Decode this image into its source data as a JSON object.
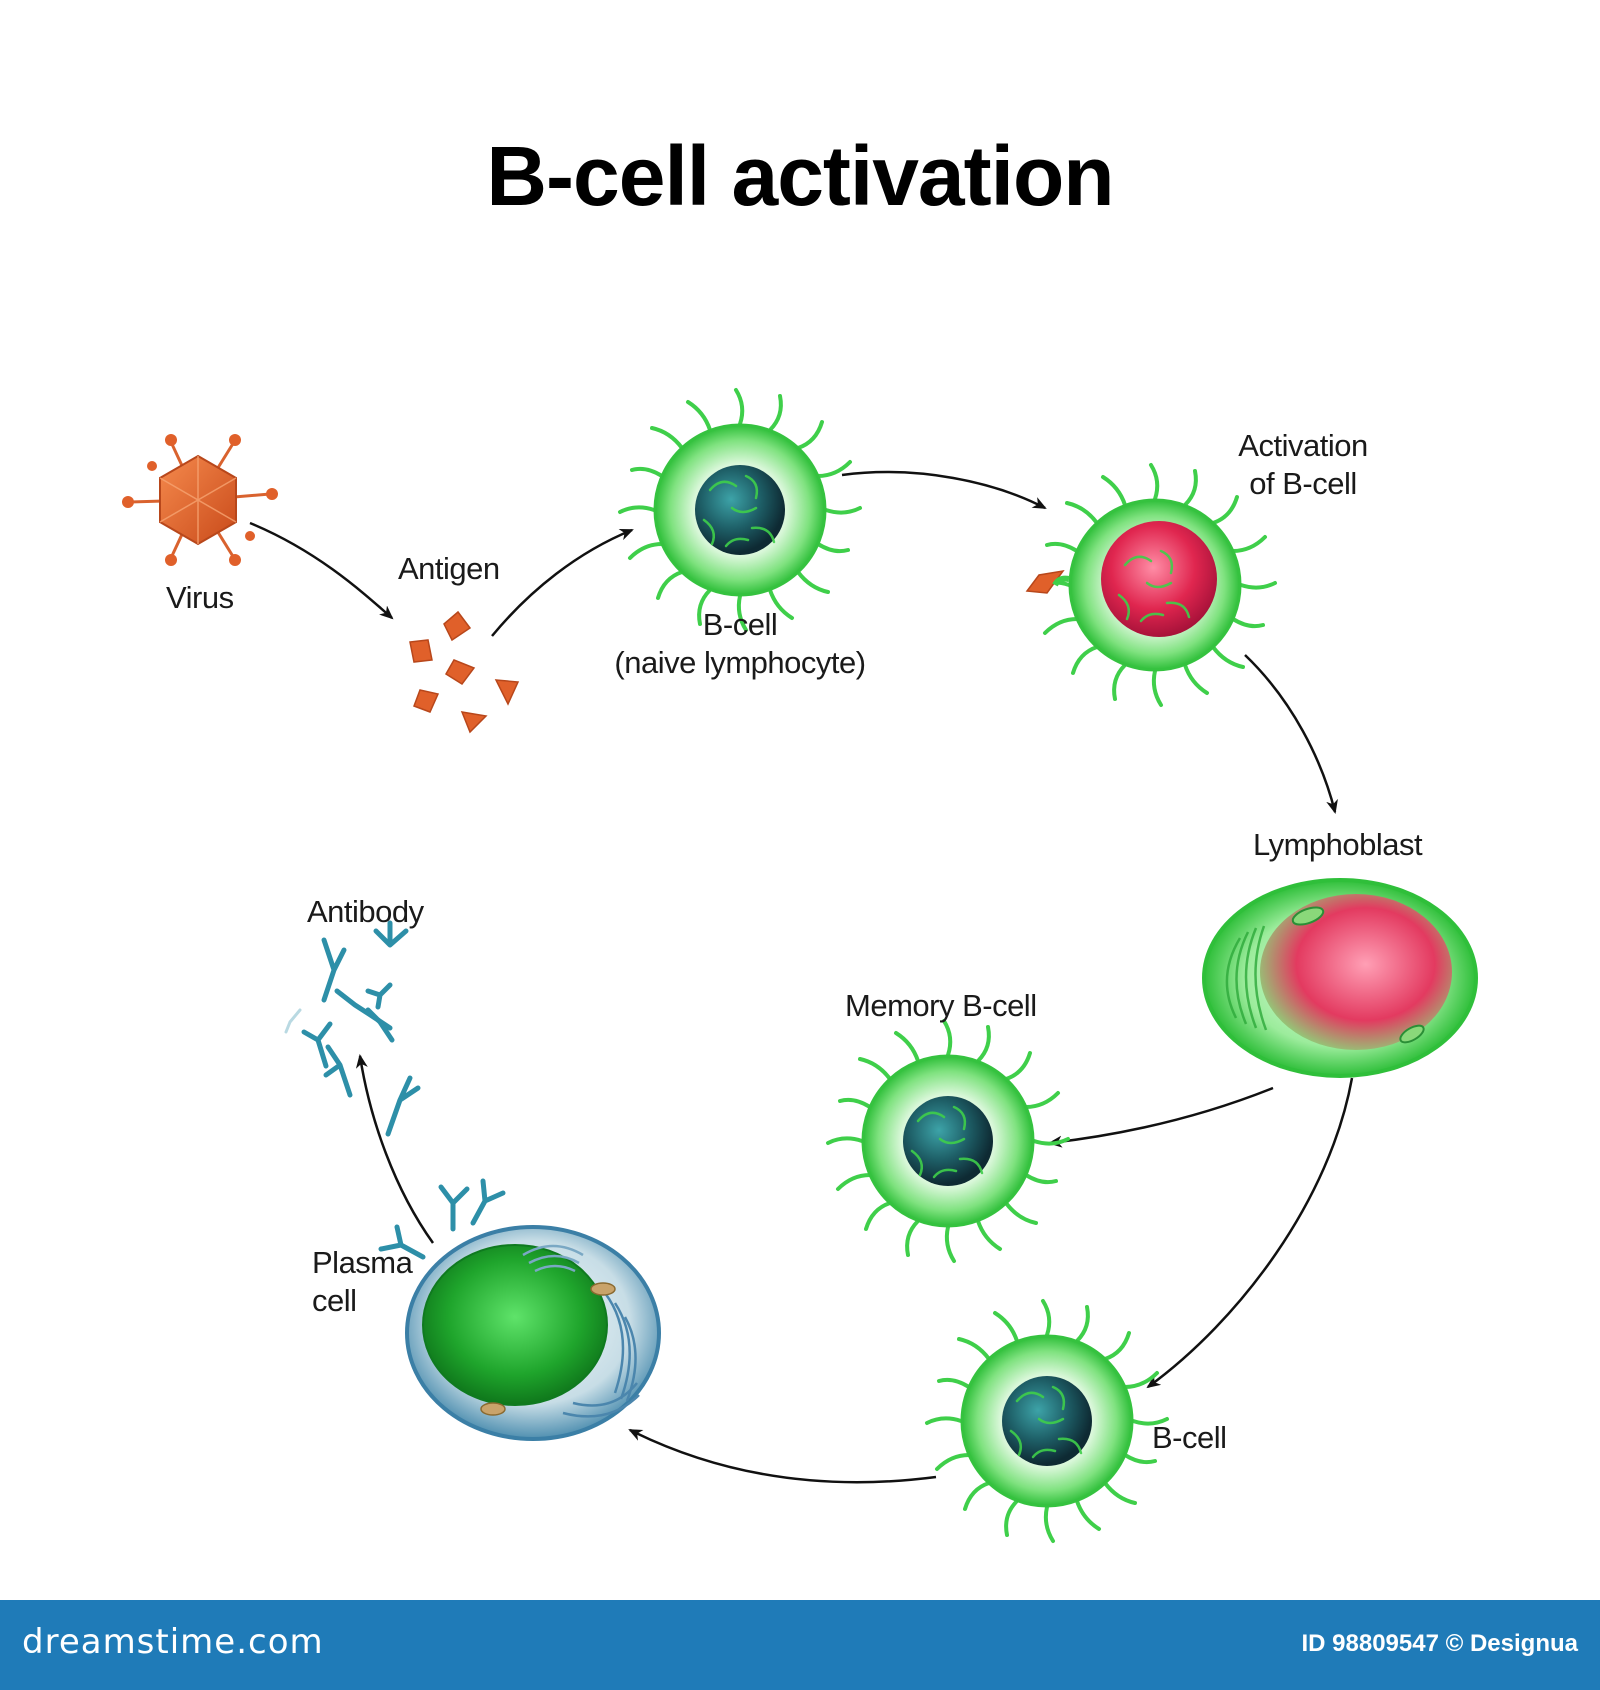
{
  "title": "B-cell activation",
  "labels": {
    "virus": "Virus",
    "antigen": "Antigen",
    "naive_b_cell_line1": "B-cell",
    "naive_b_cell_line2": "(naive lymphocyte)",
    "activation_line1": "Activation",
    "activation_line2": "of B-cell",
    "lymphoblast": "Lymphoblast",
    "memory_b_cell": "Memory B-cell",
    "b_cell": "B-cell",
    "plasma_line1": "Plasma",
    "plasma_line2": "cell",
    "antibody": "Antibody"
  },
  "footer": {
    "brand": "dreamstime.com",
    "credit": "ID 98809547 © Designua"
  },
  "colors": {
    "virus": "#e8652f",
    "cell_green": "#3fcf4a",
    "nucleus_dark": "#1f5f66",
    "nucleus_red": "#e0264f",
    "antibody": "#2d8fa8",
    "footer": "#1f7bb8"
  }
}
